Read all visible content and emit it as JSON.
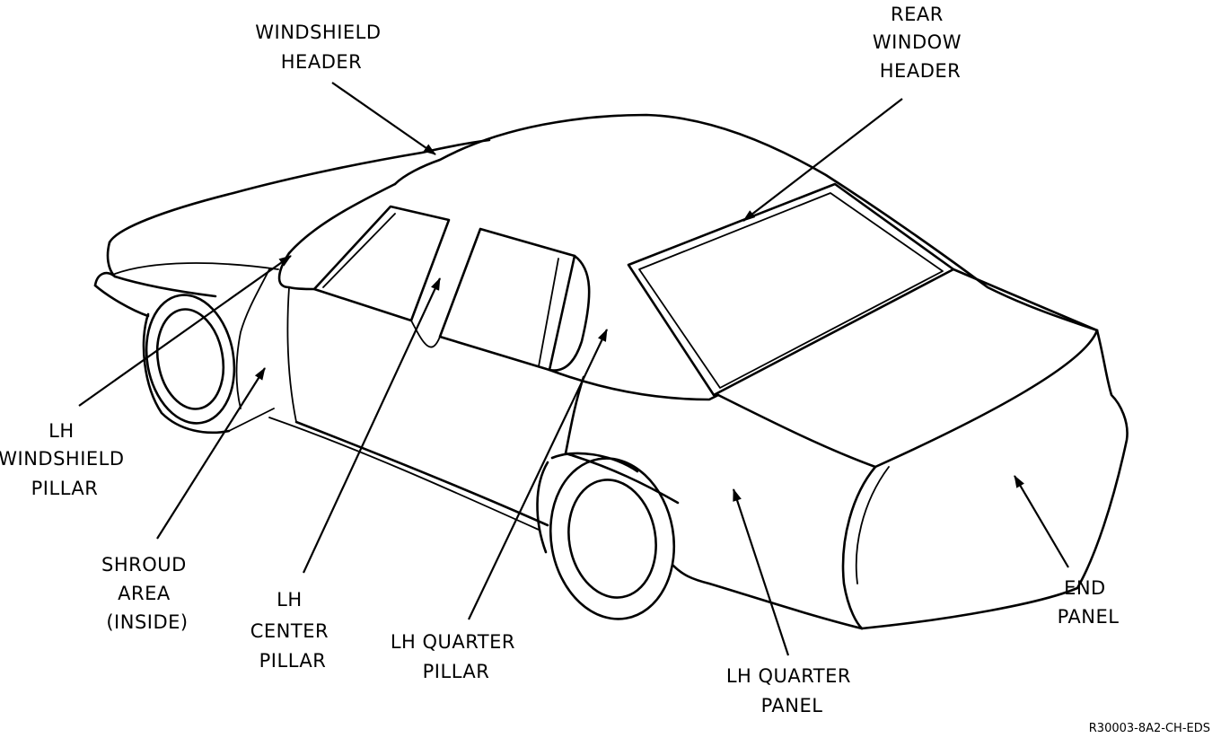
{
  "callouts": [
    {
      "id": "windshield-header",
      "lines": [
        "WINDSHIELD",
        "HEADER"
      ]
    },
    {
      "id": "rear-window-header",
      "lines": [
        "REAR",
        "WINDOW",
        "HEADER"
      ]
    },
    {
      "id": "lh-windshield-pillar",
      "lines": [
        "LH",
        "WINDSHIELD",
        "PILLAR"
      ]
    },
    {
      "id": "shroud-area",
      "lines": [
        "SHROUD",
        "AREA",
        "(INSIDE)"
      ]
    },
    {
      "id": "lh-center-pillar",
      "lines": [
        "LH",
        "CENTER",
        "PILLAR"
      ]
    },
    {
      "id": "lh-quarter-pillar",
      "lines": [
        "LH QUARTER",
        "PILLAR"
      ]
    },
    {
      "id": "lh-quarter-panel",
      "lines": [
        "LH QUARTER",
        "PANEL"
      ]
    },
    {
      "id": "end-panel",
      "lines": [
        "END",
        "PANEL"
      ]
    }
  ],
  "figure_code": "R30003-8A2-CH-EDS"
}
